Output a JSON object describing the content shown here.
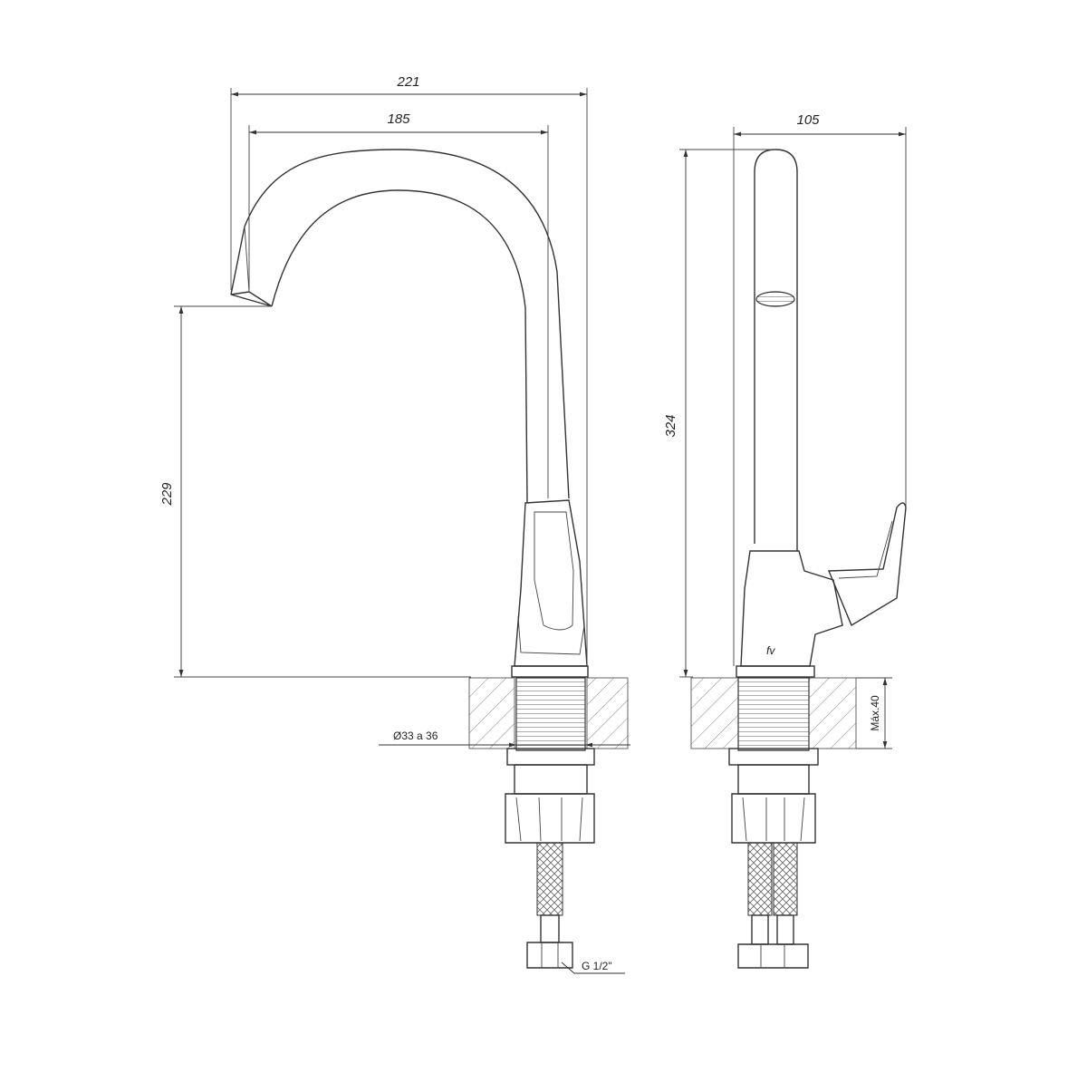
{
  "dimensions": {
    "overall_width": "221",
    "spout_reach": "185",
    "spout_height": "229",
    "overall_height": "324",
    "depth": "105",
    "hole_diameter": "Ø33 a 36",
    "max_counter_thickness": "Máx.40",
    "connection_thread": "G 1/2\""
  },
  "logo": {
    "text": "fv"
  },
  "colors": {
    "line": "#333333",
    "hatch": "#666666"
  }
}
